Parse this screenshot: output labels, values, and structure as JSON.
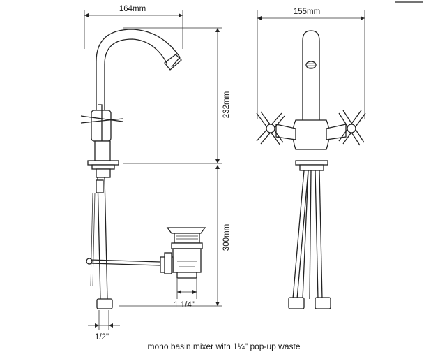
{
  "dimensions": {
    "side_width": "164mm",
    "front_width": "155mm",
    "spout_height": "232mm",
    "below_deck": "300mm",
    "waste_size": "1 1/4\"",
    "inlet_size": "1/2\""
  },
  "caption": "mono basin mixer with 1¼\" pop-up waste"
}
